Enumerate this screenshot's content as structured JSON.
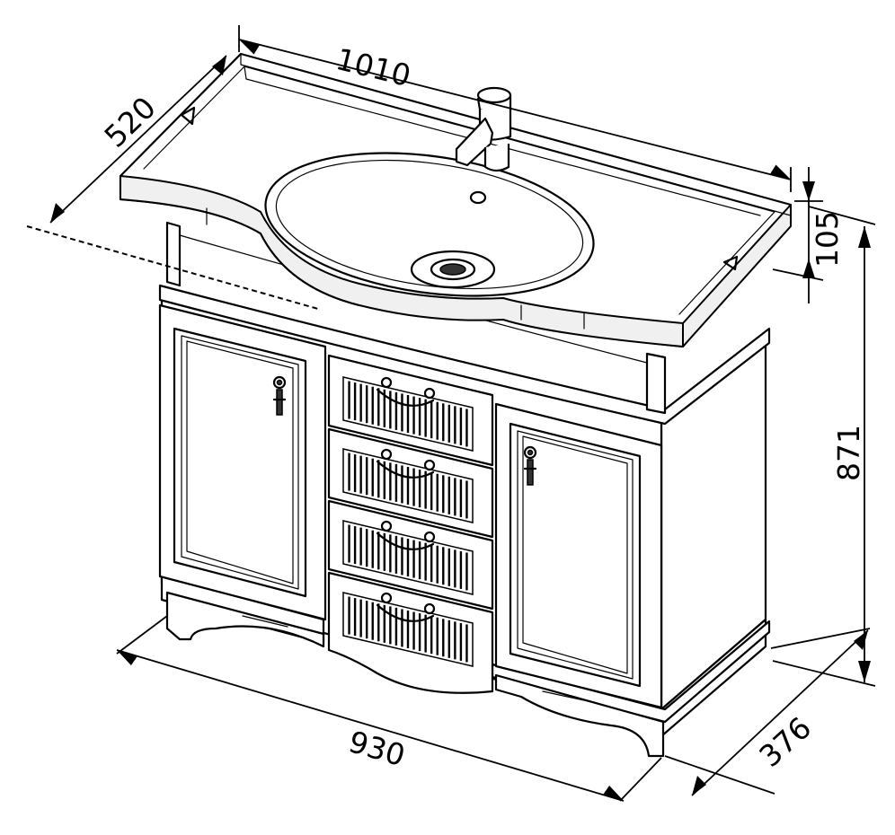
{
  "dimensions": {
    "top_width": "1010",
    "top_depth": "520",
    "basin_height": "105",
    "total_height": "871",
    "body_width": "930",
    "body_depth": "376"
  },
  "colors": {
    "line": "#000000",
    "background": "#ffffff"
  }
}
